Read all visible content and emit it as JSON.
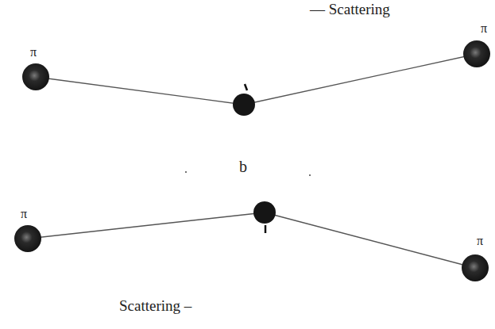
{
  "diagram": {
    "labels": [
      "— Scattering",
      "π",
      "π",
      "b",
      "π",
      "π",
      "Scattering –"
    ]
  }
}
